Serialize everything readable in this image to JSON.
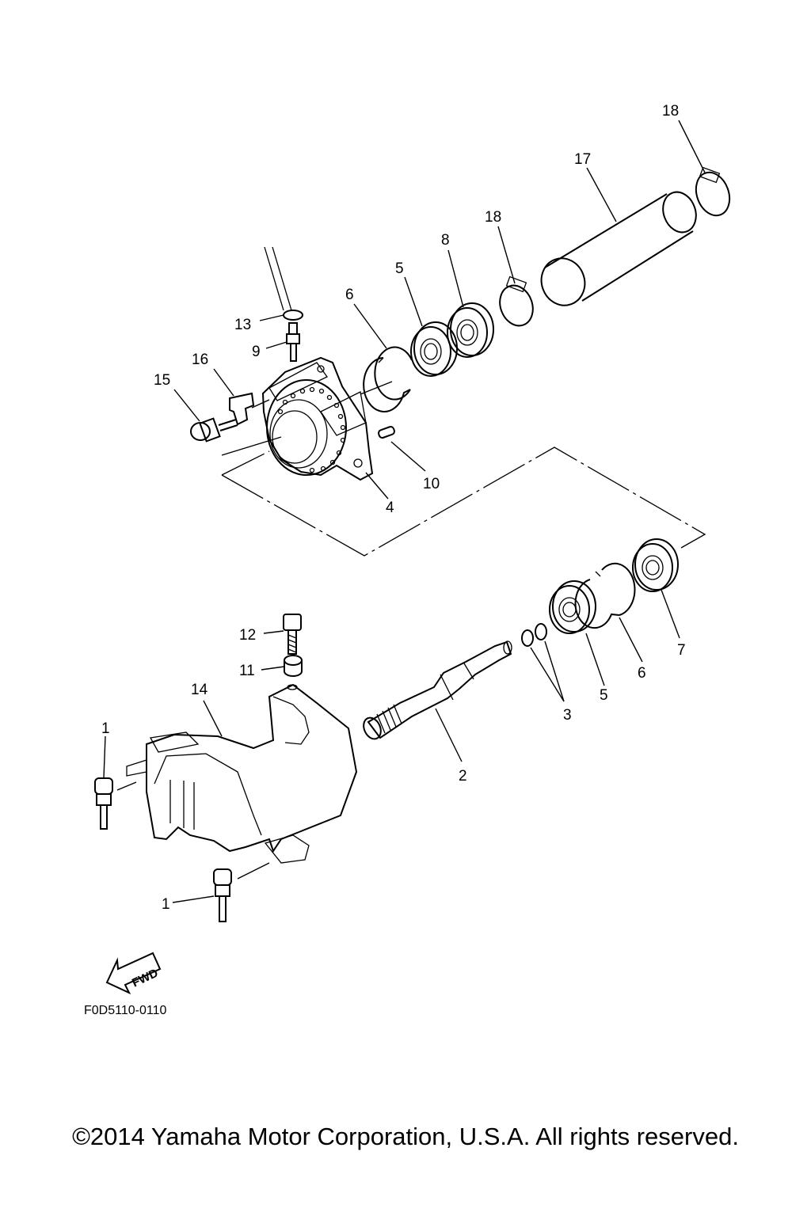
{
  "diagram": {
    "figure_code": "F0D5110-0110",
    "copyright": "©2014 Yamaha Motor Corporation, U.S.A. All rights reserved.",
    "fwd_label": "FWD",
    "callouts": {
      "c1a": "1",
      "c1b": "1",
      "c2": "2",
      "c3": "3",
      "c4": "4",
      "c5a": "5",
      "c5b": "5",
      "c6a": "6",
      "c6b": "6",
      "c7": "7",
      "c8": "8",
      "c9": "9",
      "c10": "10",
      "c11": "11",
      "c12": "12",
      "c13": "13",
      "c14": "14",
      "c15": "15",
      "c16": "16",
      "c17": "17",
      "c18a": "18",
      "c18b": "18"
    }
  }
}
